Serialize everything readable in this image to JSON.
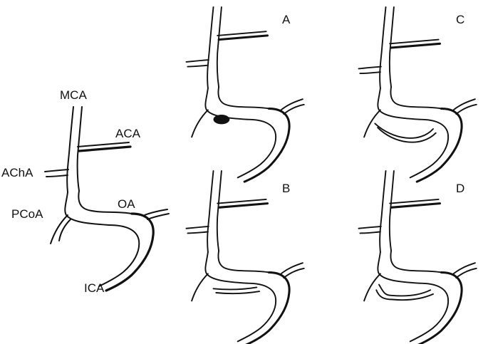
{
  "labels": {
    "mca": "MCA",
    "aca": "ACA",
    "acha": "AChA",
    "pcoa": "PCoA",
    "oa": "OA",
    "ica": "ICA"
  },
  "panels": [
    "A",
    "B",
    "C",
    "D"
  ],
  "colors": {
    "line": "#111111",
    "background": "#ffffff"
  }
}
